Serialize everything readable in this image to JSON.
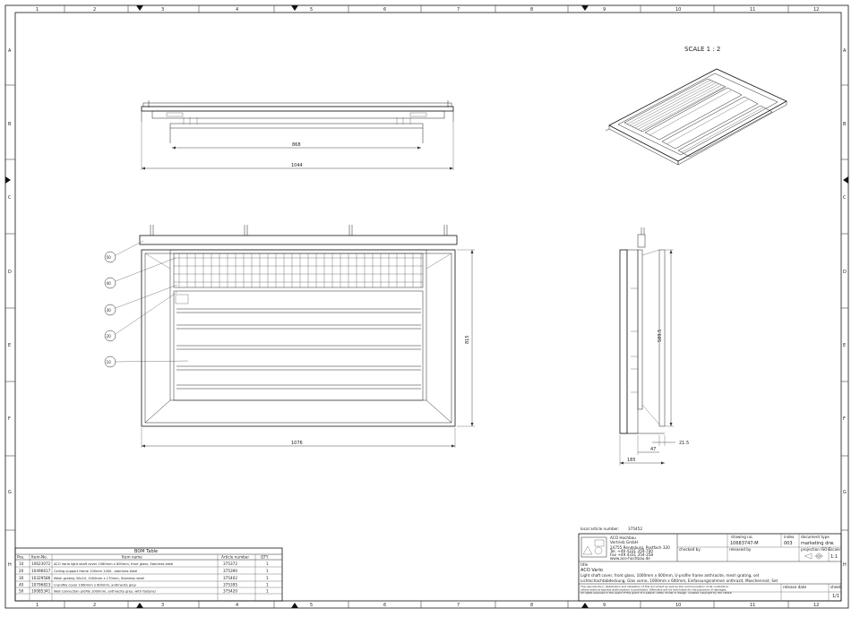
{
  "frame": {
    "columns": [
      "1",
      "2",
      "3",
      "4",
      "5",
      "6",
      "7",
      "8",
      "9",
      "10",
      "11",
      "12"
    ],
    "rows": [
      "A",
      "B",
      "C",
      "D",
      "E",
      "F",
      "G",
      "H"
    ]
  },
  "scale_label": "SCALE 1 : 2",
  "dimensions": {
    "top_inner": "868",
    "top_overall": "1044",
    "front_width": "1076",
    "front_height": "815",
    "side_height": "589.5",
    "side_depth": "21.5",
    "side_offset": "47",
    "side_overall": "185"
  },
  "balloons": [
    "50",
    "40",
    "30",
    "20",
    "10"
  ],
  "bom": {
    "title": "BOM Table",
    "headers": [
      "Pos.",
      "Item-No.",
      "Item name",
      "Article number",
      "QTY."
    ],
    "rows": [
      [
        "10",
        "10623072",
        "ACO Vario light shaft cover 1060mm x 600mm, front glass, Stainless steel",
        "375372",
        "1"
      ],
      [
        "20",
        "10496617",
        "Ceiling support frame 100mm 1000...stainless steel",
        "375390",
        "1"
      ],
      [
        "30",
        "10329586",
        "Mesh grating 30x10, 1000mm x 170mm, Stainless steel",
        "375402",
        "1"
      ],
      [
        "40",
        "10796823",
        "U-profile cover 1060mm x 600mm, anthracite grey",
        "375395",
        "1"
      ],
      [
        "50",
        "10085341",
        "Wall connection profile 1000mm, anthracite grey, with fastener",
        "375420",
        "1"
      ]
    ]
  },
  "title_block": {
    "local_article_label": "local article number:",
    "local_article_value": "375452",
    "company_lines": [
      "ACO Hochbau",
      "Vertrieb GmbH",
      "",
      "24755 Rendsburg, Postfach 320",
      "Tel. +49 4331 354-700",
      "Fax +49 4331 354-358",
      "www.aco-hochbau.de"
    ],
    "drawing_no_label": "drawing no.",
    "drawing_no_value": "10683747-M",
    "index_label": "index",
    "index_value": "003",
    "doc_type_label": "document type",
    "doc_type_value": "marketing drw.",
    "checked_by_label": "checked by",
    "released_by_label": "released by",
    "projection_label": "projection ISO-E",
    "scale_label": "scale",
    "scale_value": "1:1",
    "title_label": "title",
    "title_lines": [
      "ACO Vario",
      "Light shaft cover, front glass, 1000mm x 600mm, U-profile frame anthracite, mesh grating, set",
      "Lichtschachtabdeckung, Glas vorne, 1000mm x 600mm, Einfassungsrahmen anthrazit, Maschenrost, Set"
    ],
    "notice": [
      "The reproduction, distribution and utilization of this document as well as the communication of its contents to",
      "others without express authorization is prohibited. Offenders will be held liable for the payment of damages.",
      "All rights reserved in the event of the grant of a patent, utility model or design. Created copyright by ISO 16016."
    ],
    "release_date_label": "release date",
    "sheet_label": "sheet",
    "sheet_value": "1/1"
  }
}
